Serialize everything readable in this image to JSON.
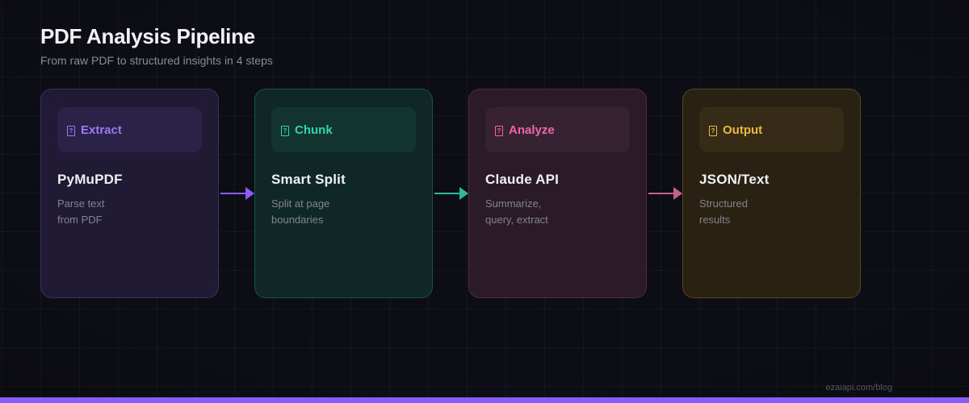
{
  "header": {
    "title": "PDF Analysis Pipeline",
    "subtitle": "From raw PDF to structured insights in 4 steps"
  },
  "steps": [
    {
      "badge_label": "Extract",
      "title": "PyMuPDF",
      "description_line1": "Parse text",
      "description_line2": "from PDF",
      "accent_color": "#8b5cf6"
    },
    {
      "badge_label": "Chunk",
      "title": "Smart Split",
      "description_line1": "Split at page",
      "description_line2": "boundaries",
      "accent_color": "#2fd6ad"
    },
    {
      "badge_label": "Analyze",
      "title": "Claude API",
      "description_line1": "Summarize,",
      "description_line2": "query, extract",
      "accent_color": "#ee66a8"
    },
    {
      "badge_label": "Output",
      "title": "JSON/Text",
      "description_line1": "Structured",
      "description_line2": "results",
      "accent_color": "#e9ba3f"
    }
  ],
  "arrows": [
    {
      "color": "#8b5cf6"
    },
    {
      "color": "#2bb89b"
    },
    {
      "color": "#c7608f"
    }
  ],
  "icons": {
    "badge_glyph": "missing-emoji-tofu-box"
  },
  "footer": {
    "watermark": "ezaiapi.com/blog"
  },
  "accent_bar_color": "#8b5cf6"
}
